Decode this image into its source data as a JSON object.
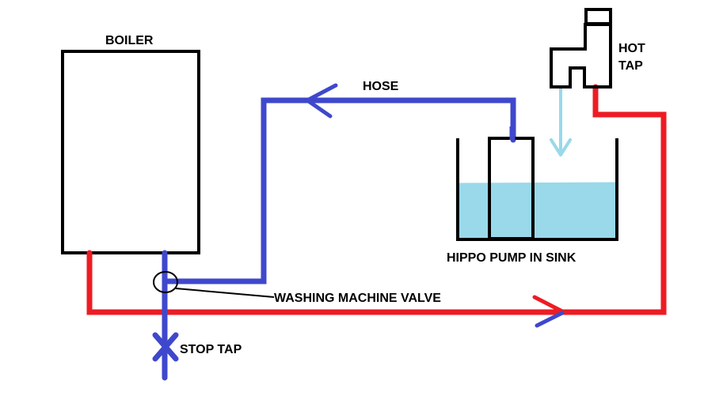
{
  "diagram": {
    "title": "Boiler, hose and hippo pump plumbing diagram",
    "labels": {
      "boiler": "BOILER",
      "hose": "HOSE",
      "hot_tap_line1": "HOT",
      "hot_tap_line2": "TAP",
      "hippo_pump": "HIPPO PUMP IN SINK",
      "washing_machine_valve": "WASHING MACHINE VALVE",
      "stop_tap": "STOP TAP"
    },
    "colors": {
      "hot_pipe": "#ed1c24",
      "cold_pipe": "#3f48cc",
      "water": "#99d9ea",
      "outline": "#000000",
      "background": "#ffffff"
    },
    "components": [
      {
        "id": "boiler",
        "type": "appliance"
      },
      {
        "id": "hot-tap",
        "type": "tap"
      },
      {
        "id": "sink",
        "type": "basin",
        "contains": "water"
      },
      {
        "id": "hippo-pump",
        "type": "pump",
        "location": "in sink"
      },
      {
        "id": "washing-machine-valve",
        "type": "valve"
      },
      {
        "id": "stop-tap",
        "type": "valve"
      }
    ],
    "flows": [
      {
        "pipe": "hose",
        "color": "cold_pipe",
        "from": "hippo-pump",
        "to": "washing-machine-valve",
        "direction": "left"
      },
      {
        "pipe": "hot-pipe",
        "color": "hot_pipe",
        "from": "boiler",
        "to": "hot-tap",
        "direction": "right"
      },
      {
        "pipe": "tap-outflow",
        "color": "water",
        "from": "hot-tap",
        "to": "sink",
        "direction": "down"
      }
    ]
  }
}
